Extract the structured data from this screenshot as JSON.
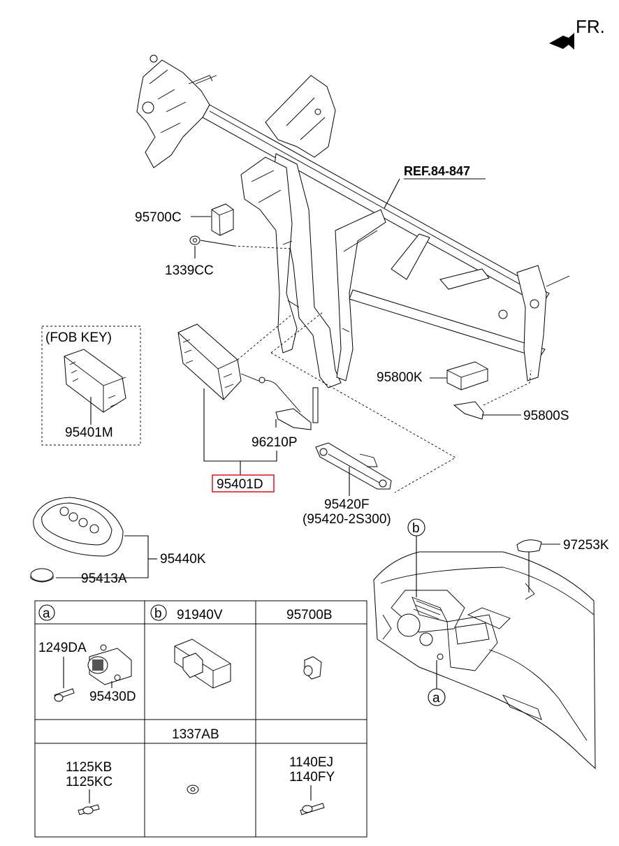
{
  "direction_label": "FR.",
  "ref_label": "REF.84-847",
  "callouts": {
    "p95700C": "95700C",
    "p1339CC": "1339CC",
    "fob_key": "(FOB KEY)",
    "p95401M": "95401M",
    "p95800K": "95800K",
    "p95800S": "95800S",
    "p96210P": "96210P",
    "p95401D": "95401D",
    "p95420F": "95420F",
    "p95420_2S300": "(95420-2S300)",
    "p97253K": "97253K",
    "p95440K": "95440K",
    "p95413A": "95413A",
    "marker_b": "b",
    "marker_a": "a"
  },
  "highlight_color": "#e0202a",
  "table": {
    "header": [
      {
        "marker": "a",
        "label": ""
      },
      {
        "marker": "b",
        "label": "91940V"
      },
      {
        "marker": "",
        "label": "95700B"
      }
    ],
    "cell_a_parts": [
      "1249DA",
      "95430D"
    ],
    "row2_header": [
      "",
      "1337AB",
      ""
    ],
    "row2_cells": [
      [
        "1125KB",
        "1125KC"
      ],
      [],
      [
        "1140EJ",
        "1140FY"
      ]
    ]
  }
}
